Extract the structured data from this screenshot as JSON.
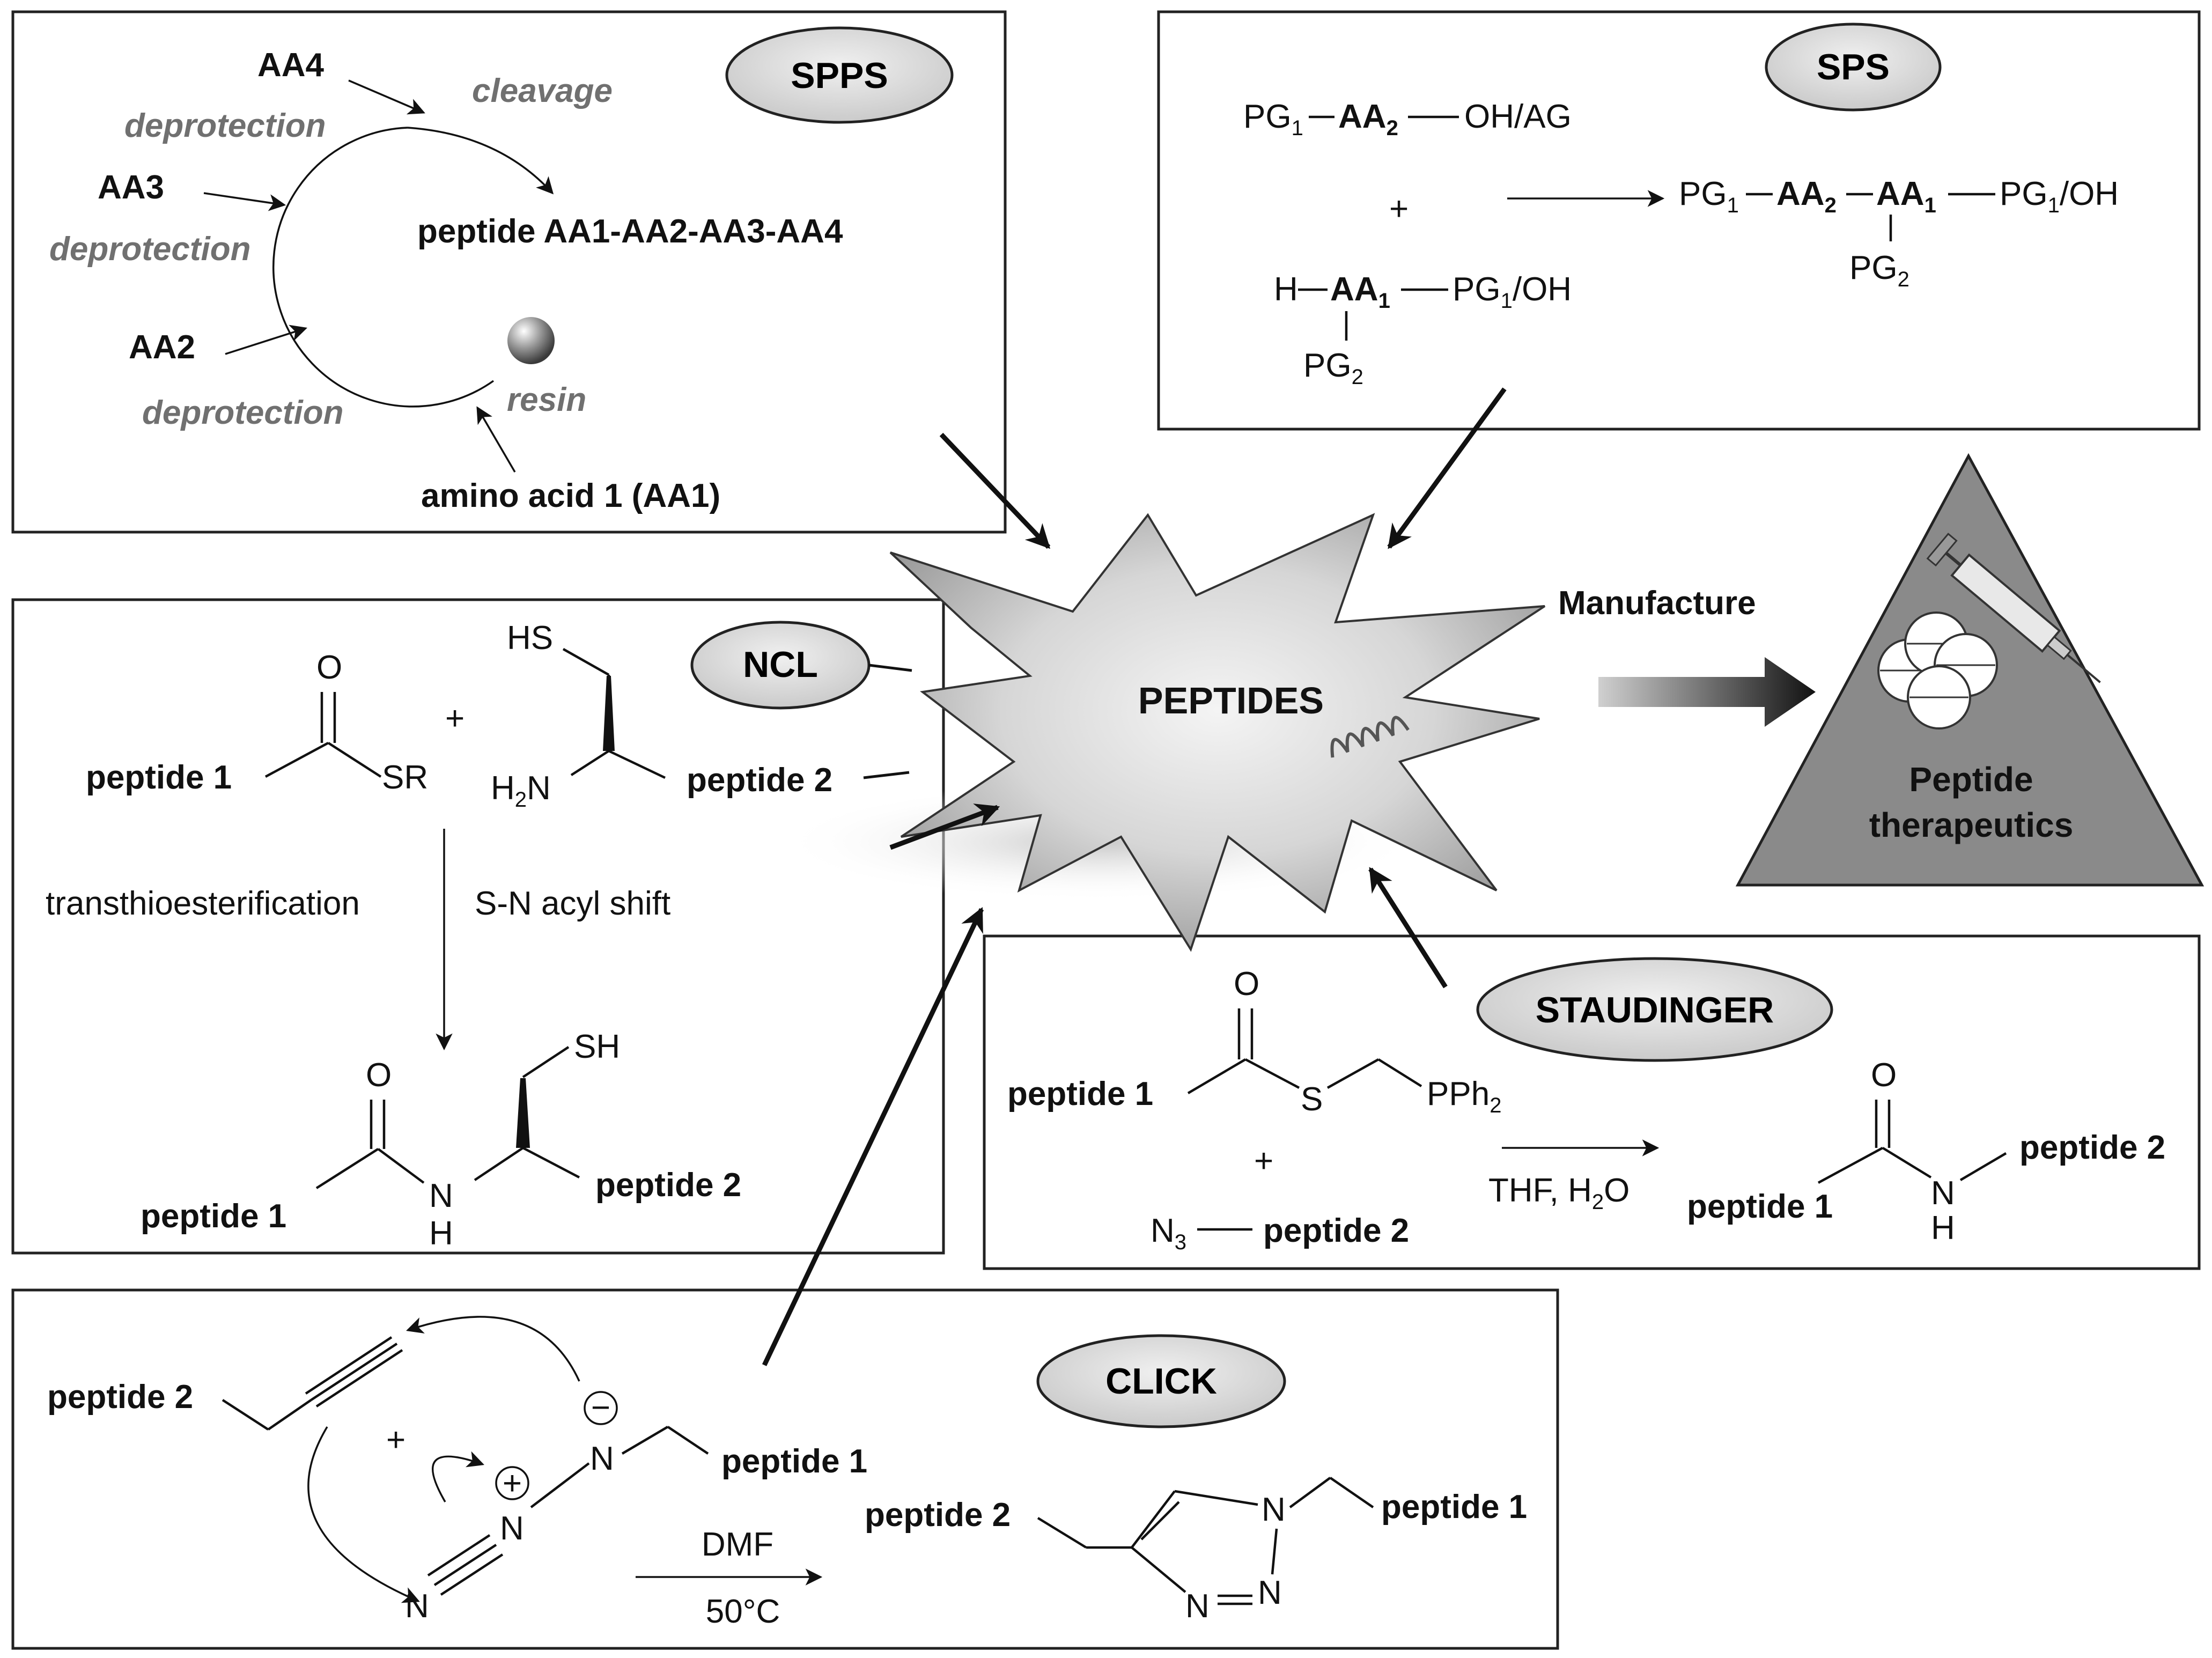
{
  "spps": {
    "badge": "SPPS",
    "aa4": "AA4",
    "aa3": "AA3",
    "aa2": "AA2",
    "cleavage": "cleavage",
    "deprotection": "deprotection",
    "product": "peptide AA1-AA2-AA3-AA4",
    "resin": "resin",
    "aa1": "amino acid 1 (AA1)"
  },
  "sps": {
    "badge": "SPS",
    "pg1": "PG",
    "sub1": "1",
    "sub2": "2",
    "aa": "AA",
    "oh_ag": "OH/AG",
    "plus": "+",
    "h": "H",
    "pg1_oh": "/OH",
    "pg2": "PG"
  },
  "center": {
    "title": "PEPTIDES",
    "manufacture": "Manufacture",
    "therapeutics_line1": "Peptide",
    "therapeutics_line2": "therapeutics"
  },
  "ncl": {
    "badge": "NCL",
    "o": "O",
    "sr": "SR",
    "hs": "HS",
    "plus": "+",
    "peptide1": "peptide 1",
    "peptide2": "peptide 2",
    "h2n": "H",
    "h2n_sub": "2",
    "h2n_n": "N",
    "step1": "transthioesterification",
    "step2": "S-N acyl shift",
    "sh": "SH",
    "n": "N",
    "h": "H"
  },
  "staudinger": {
    "badge": "STAUDINGER",
    "o": "O",
    "s": "S",
    "pph2": "PPh",
    "pph2_sub": "2",
    "peptide1": "peptide 1",
    "peptide2": "peptide 2",
    "plus": "+",
    "n3": "N",
    "n3_sub": "3",
    "conditions_a": "THF, H",
    "conditions_sub": "2",
    "conditions_b": "O",
    "n": "N",
    "h": "H"
  },
  "click": {
    "badge": "CLICK",
    "peptide1": "peptide 1",
    "peptide2": "peptide 2",
    "plus": "+",
    "minus": "−",
    "plus_charge": "+",
    "n": "N",
    "solvent": "DMF",
    "temp": "50°C"
  }
}
